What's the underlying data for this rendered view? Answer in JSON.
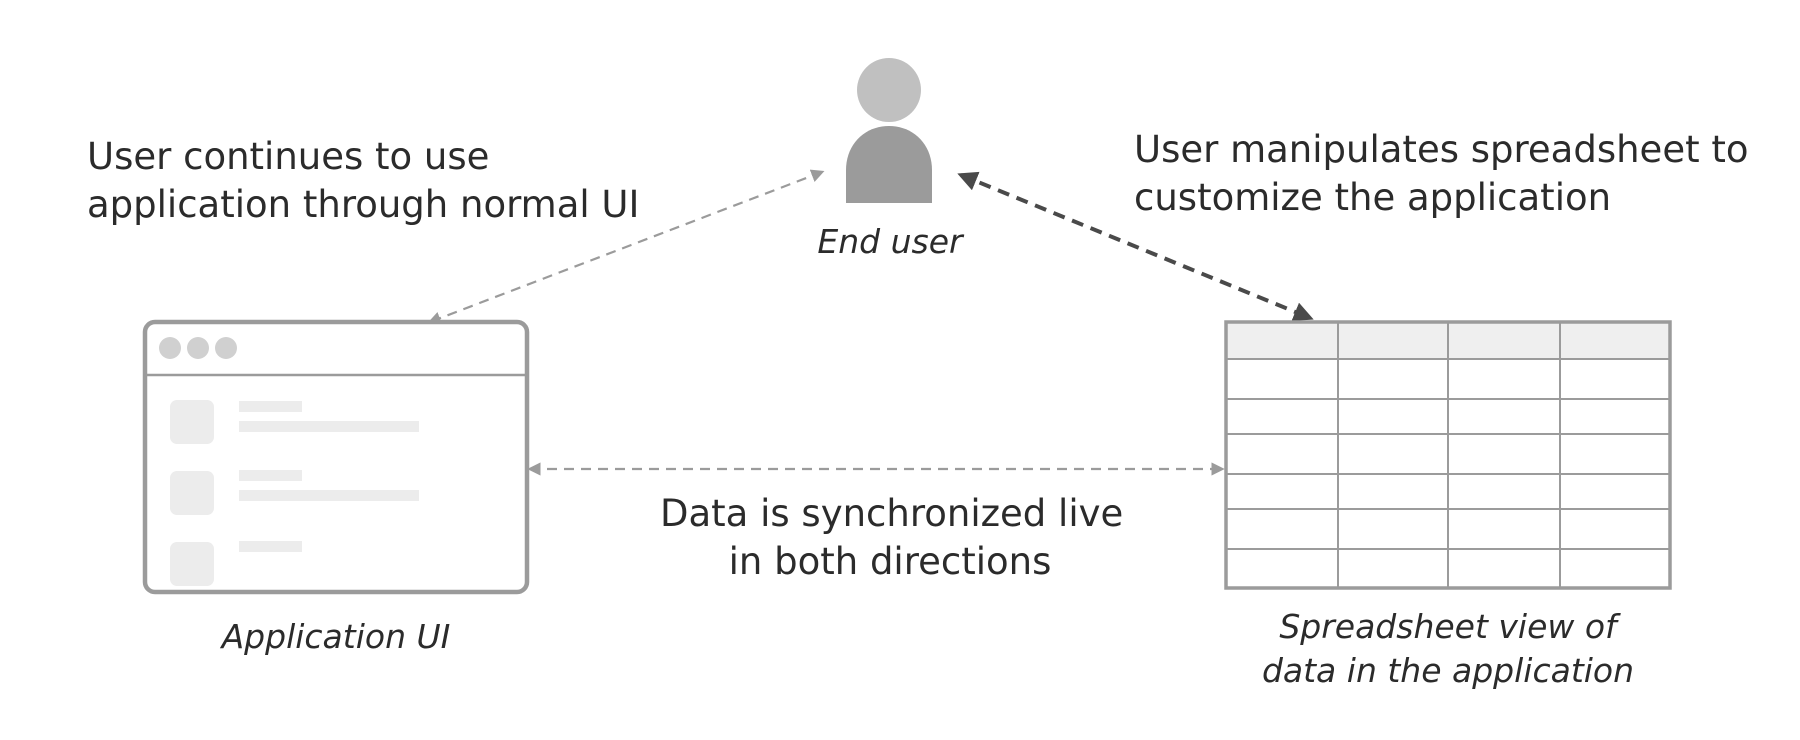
{
  "nodes": {
    "end_user": {
      "label": "End user"
    },
    "application_ui": {
      "label": "Application UI"
    },
    "spreadsheet": {
      "label_lines": [
        "Spreadsheet view of",
        "data in the application"
      ]
    }
  },
  "edges": {
    "user_to_app": {
      "label_lines": [
        "User continues to use",
        "application through normal UI"
      ]
    },
    "user_to_sheet": {
      "label_lines": [
        "User manipulates spreadsheet to",
        "customize the application"
      ]
    },
    "app_to_sheet": {
      "label_lines": [
        "Data is synchronized live",
        "in both directions"
      ]
    }
  },
  "colors": {
    "text": "#2b2b2b",
    "icon_gray": "#9b9b9b",
    "light_gray": "#c6c6c6",
    "fill_gray": "#ececec",
    "dark_arrow": "#4a4a4a"
  }
}
